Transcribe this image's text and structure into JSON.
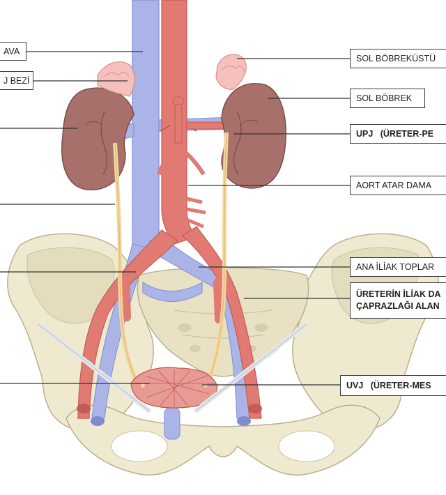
{
  "labels": {
    "vena_cava": "AVA",
    "adrenal_right": "J BEZİ",
    "adrenal_left": "SOL BÖBREKÜSTÜ",
    "kidney_left": "SOL BÖBREK",
    "upj": "UPJ   (ÜRETER-PE",
    "aorta": "AORT ATAR DAMA",
    "iliac_vein": "ANA İLİAK TOPLAR",
    "iliac_crossing_line1": "ÜRETERİN İLİAK DA",
    "iliac_crossing_line2": "ÇAPRAZLAĞI ALAN",
    "uvj": "UVJ   (ÜRETER-MES"
  },
  "colors": {
    "artery": "#e07a72",
    "artery_dark": "#c65a55",
    "vein": "#aab4e6",
    "vein_dark": "#7f8cd0",
    "kidney": "#a8706a",
    "kidney_dark": "#7d4d49",
    "adrenal": "#f5c0bd",
    "ureter": "#f4d79e",
    "bone": "#efe9cf",
    "bone_dark": "#c9c2a2",
    "bladder": "#e89a94",
    "leader": "#333333"
  }
}
